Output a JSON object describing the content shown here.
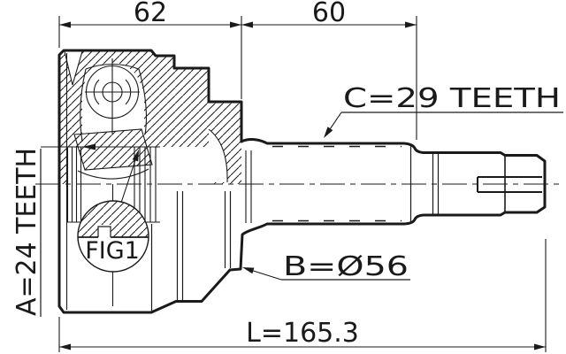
{
  "drawing": {
    "title_hint": "CV joint outer race technical drawing",
    "dimensions": {
      "bell_width": "62",
      "shaft_section_width": "60",
      "overall_length": "L=165.3"
    },
    "labels": {
      "inner_spline": "A=24 TEETH",
      "shaft_spline": "C=29 TEETH",
      "body_diameter": "B=Ø56",
      "detail_callout": "FIG1"
    },
    "colors": {
      "line": "#1a1a1a",
      "background": "#ffffff"
    }
  }
}
